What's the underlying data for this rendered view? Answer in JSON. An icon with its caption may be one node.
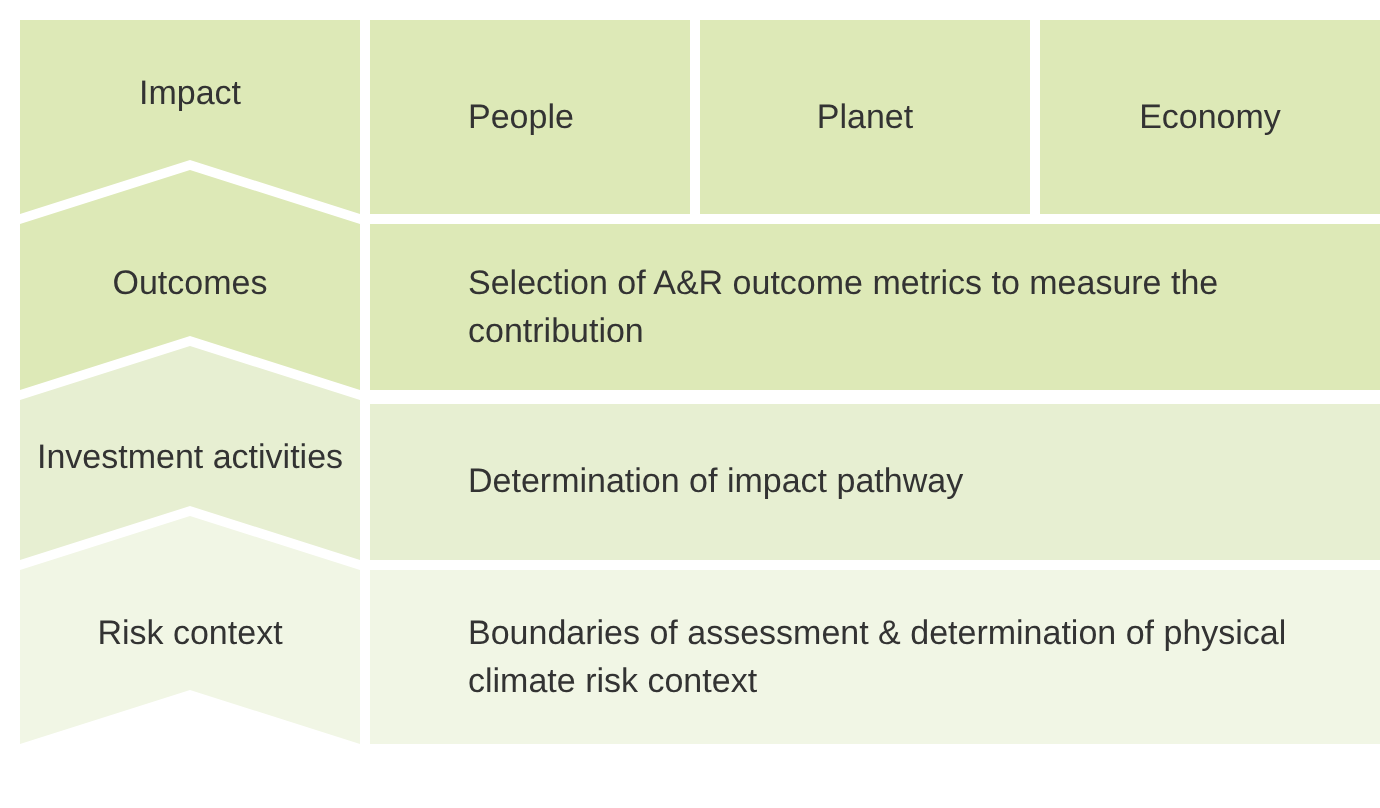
{
  "diagram": {
    "nodes": [
      {
        "text": [
          "Impact"
        ]
      },
      {
        "text": [
          "People"
        ]
      },
      {
        "text": [
          "Planet"
        ]
      },
      {
        "text": [
          "Economy"
        ]
      },
      {
        "text": [
          "Outcomes"
        ]
      },
      {
        "text": [
          "Selection of A&R outcome metrics to measure the contribution"
        ]
      },
      {
        "text": [
          "Investment activities"
        ]
      },
      {
        "text": [
          "Determination of impact pathway"
        ]
      },
      {
        "text": [
          "Risk context"
        ]
      },
      {
        "text": [
          "Boundaries of assessment & determination of physical climate risk context"
        ]
      }
    ]
  }
}
